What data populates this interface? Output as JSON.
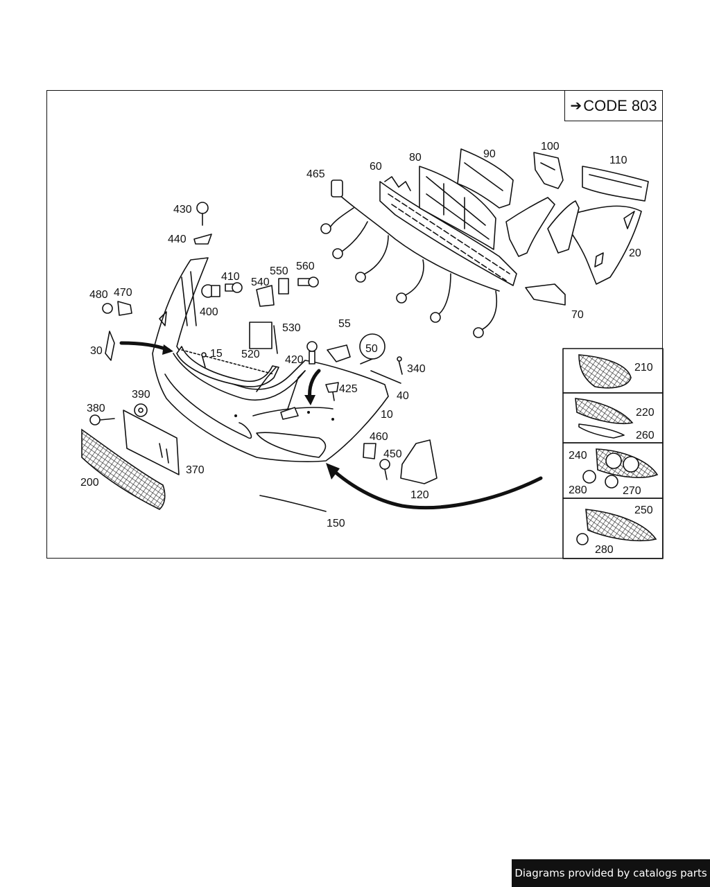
{
  "code_box": {
    "arrow": "➔",
    "label": "CODE 803"
  },
  "labels": {
    "p10": "10",
    "p15": "15",
    "p20": "20",
    "p30": "30",
    "p40": "40",
    "p50": "50",
    "p55": "55",
    "p60": "60",
    "p70": "70",
    "p80": "80",
    "p90": "90",
    "p100": "100",
    "p110": "110",
    "p120": "120",
    "p150": "150",
    "p200": "200",
    "p210": "210",
    "p220": "220",
    "p240": "240",
    "p250": "250",
    "p260": "260",
    "p270": "270",
    "p280a": "280",
    "p280b": "280",
    "p340": "340",
    "p370": "370",
    "p380": "380",
    "p390": "390",
    "p400": "400",
    "p410": "410",
    "p420": "420",
    "p425": "425",
    "p430": "430",
    "p440": "440",
    "p450": "450",
    "p460": "460",
    "p465": "465",
    "p470": "470",
    "p480": "480",
    "p520": "520",
    "p530": "530",
    "p540": "540",
    "p550": "550",
    "p560": "560"
  },
  "credit": "Diagrams provided by catalogs parts"
}
